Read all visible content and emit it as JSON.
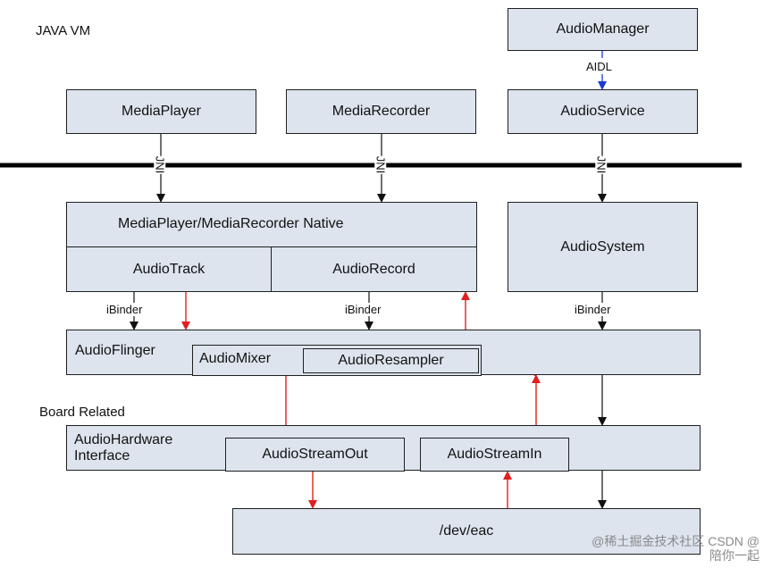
{
  "labels": {
    "java_vm": "JAVA VM",
    "board_related": "Board Related"
  },
  "boxes": {
    "audio_manager": "AudioManager",
    "media_player": "MediaPlayer",
    "media_recorder": "MediaRecorder",
    "audio_service": "AudioService",
    "native": "MediaPlayer/MediaRecorder Native",
    "audio_track": "AudioTrack",
    "audio_record": "AudioRecord",
    "audio_system": "AudioSystem",
    "audio_flinger": "AudioFlinger",
    "audio_mixer": "AudioMixer",
    "audio_resampler": "AudioResampler",
    "audio_hardware_interface_line1": "AudioHardware",
    "audio_hardware_interface_line2": "Interface",
    "audio_stream_out": "AudioStreamOut",
    "audio_stream_in": "AudioStreamIn",
    "dev_eac": "/dev/eac"
  },
  "connectors": {
    "aidl": "AIDL",
    "jni": "JNI",
    "ibinder": "iBinder"
  },
  "watermark": "@稀土掘金技术社区 CSDN @陪你一起",
  "colors": {
    "box_fill": "#dde4ee",
    "border": "#1f1f1f",
    "data_path": "#e02020",
    "aidl_arrow": "#1a3ad8"
  }
}
